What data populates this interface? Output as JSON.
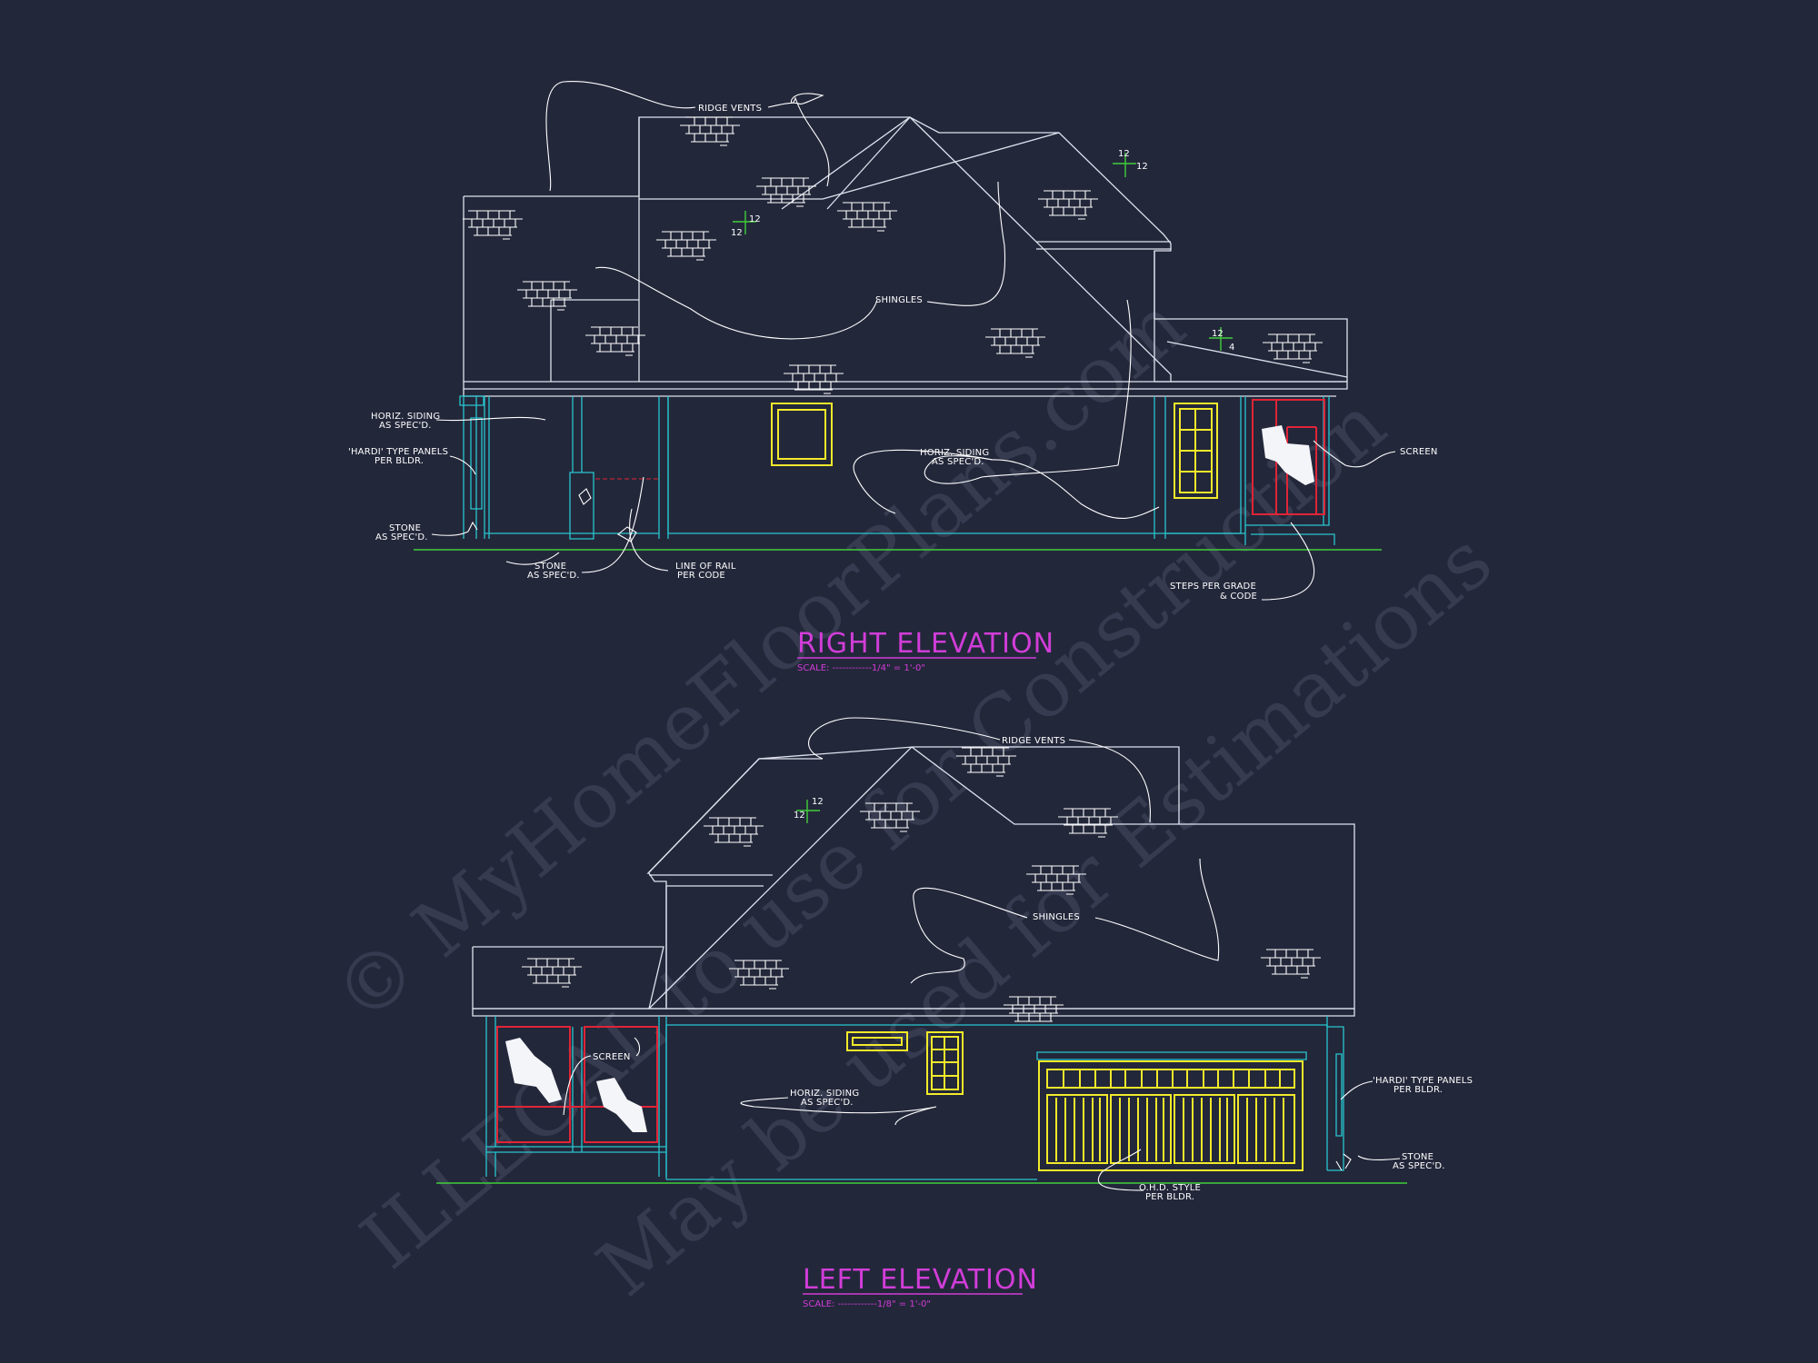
{
  "watermark": {
    "line1": "© MyHomeFloorPlans.com",
    "line2": "ILLEGAL to use for Construction",
    "line3": "May be used for Estimations"
  },
  "right_elevation": {
    "title": "RIGHT ELEVATION",
    "scale": "SCALE: ------------1/4\" = 1'-0\"",
    "notes": {
      "ridge_vents": "RIDGE VENTS",
      "shingles": "SHINGLES",
      "horiz_siding_left_1": "HORIZ. SIDING",
      "horiz_siding_left_2": "AS SPEC'D.",
      "hardi_1": "'HARDI' TYPE PANELS",
      "hardi_2": "PER BLDR.",
      "stone_left_1": "STONE",
      "stone_left_2": "AS SPEC'D.",
      "stone_mid_1": "STONE",
      "stone_mid_2": "AS SPEC'D.",
      "rail_1": "LINE OF RAIL",
      "rail_2": "PER CODE",
      "horiz_siding_mid_1": "HORIZ. SIDING",
      "horiz_siding_mid_2": "AS SPEC'D.",
      "screen": "SCREEN",
      "steps_1": "STEPS PER GRADE",
      "steps_2": "& CODE"
    },
    "pitch": {
      "a": "12",
      "b": "12",
      "c": "12",
      "d": "12",
      "e": "12",
      "f": "4"
    }
  },
  "left_elevation": {
    "title": "LEFT ELEVATION",
    "scale": "SCALE: ------------1/8\" = 1'-0\"",
    "notes": {
      "ridge_vents": "RIDGE VENTS",
      "shingles": "SHINGLES",
      "screen": "SCREEN",
      "horiz_siding_1": "HORIZ. SIDING",
      "horiz_siding_2": "AS SPEC'D.",
      "hardi_1": "'HARDI' TYPE PANELS",
      "hardi_2": "PER BLDR.",
      "stone_1": "STONE",
      "stone_2": "AS SPEC'D.",
      "ohd_1": "O.H.D. STYLE",
      "ohd_2": "PER BLDR."
    },
    "pitch": {
      "a": "12",
      "b": "12"
    }
  },
  "colors": {
    "background": "#23273a",
    "wall_lines": "#28c6cf",
    "windows": "#f2ea2a",
    "screen_frames": "#e02436",
    "titles": "#d13dd8",
    "grade": "#3fcf3a"
  }
}
